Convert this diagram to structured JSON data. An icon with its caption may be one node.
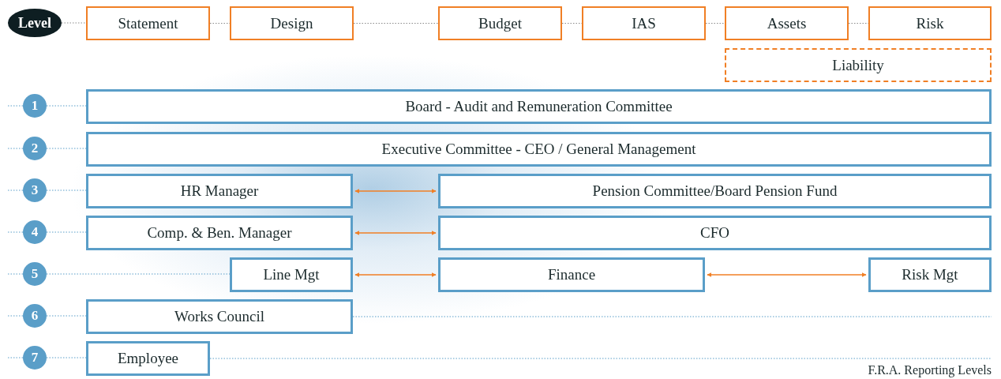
{
  "diagram": {
    "caption": "F.R.A. Reporting Levels",
    "nodes": [
      {
        "text": [
          "Level"
        ]
      },
      {
        "text": [
          "Statement"
        ]
      },
      {
        "text": [
          "Design"
        ]
      },
      {
        "text": [
          "Budget"
        ]
      },
      {
        "text": [
          "IAS"
        ]
      },
      {
        "text": [
          "Assets"
        ]
      },
      {
        "text": [
          "Risk"
        ]
      },
      {
        "text": [
          "Liability"
        ]
      },
      {
        "text": [
          "1"
        ]
      },
      {
        "text": [
          "2"
        ]
      },
      {
        "text": [
          "3"
        ]
      },
      {
        "text": [
          "4"
        ]
      },
      {
        "text": [
          "5"
        ]
      },
      {
        "text": [
          "6"
        ]
      },
      {
        "text": [
          "7"
        ]
      },
      {
        "text": [
          "Board - Audit and Remuneration Committee"
        ]
      },
      {
        "text": [
          "Executive Committee - CEO / General Management"
        ]
      },
      {
        "text": [
          "HR Manager"
        ]
      },
      {
        "text": [
          "Pension Committee/Board Pension Fund"
        ]
      },
      {
        "text": [
          "Comp. & Ben. Manager"
        ]
      },
      {
        "text": [
          "CFO"
        ]
      },
      {
        "text": [
          "Line Mgt"
        ]
      },
      {
        "text": [
          "Finance"
        ]
      },
      {
        "text": [
          "Risk Mgt"
        ]
      },
      {
        "text": [
          "Works Council"
        ]
      },
      {
        "text": [
          "Employee"
        ]
      }
    ],
    "edges": [
      {
        "from": 0,
        "to": 1,
        "arrow": "none",
        "style": "dashed",
        "color": "#8a8a8a"
      },
      {
        "from": 1,
        "to": 2,
        "arrow": "none",
        "style": "dashed",
        "color": "#8a8a8a"
      },
      {
        "from": 2,
        "to": 3,
        "arrow": "none",
        "style": "dashed",
        "color": "#8a8a8a"
      },
      {
        "from": 3,
        "to": 4,
        "arrow": "none",
        "style": "dashed",
        "color": "#8a8a8a"
      },
      {
        "from": 4,
        "to": 5,
        "arrow": "none",
        "style": "dashed",
        "color": "#8a8a8a"
      },
      {
        "from": 5,
        "to": 6,
        "arrow": "none",
        "style": "dashed",
        "color": "#8a8a8a"
      },
      {
        "from": null,
        "to": 8,
        "arrow": "none",
        "style": "dashed",
        "color": "#5a9ec8"
      },
      {
        "from": 8,
        "to": 15,
        "arrow": "none",
        "style": "dashed",
        "color": "#5a9ec8"
      },
      {
        "from": null,
        "to": 9,
        "arrow": "none",
        "style": "dashed",
        "color": "#5a9ec8"
      },
      {
        "from": 9,
        "to": 16,
        "arrow": "none",
        "style": "dashed",
        "color": "#5a9ec8"
      },
      {
        "from": null,
        "to": 10,
        "arrow": "none",
        "style": "dashed",
        "color": "#5a9ec8"
      },
      {
        "from": 10,
        "to": 17,
        "arrow": "none",
        "style": "dashed",
        "color": "#5a9ec8"
      },
      {
        "from": null,
        "to": 11,
        "arrow": "none",
        "style": "dashed",
        "color": "#5a9ec8"
      },
      {
        "from": 11,
        "to": 19,
        "arrow": "none",
        "style": "dashed",
        "color": "#5a9ec8"
      },
      {
        "from": null,
        "to": 12,
        "arrow": "none",
        "style": "dashed",
        "color": "#5a9ec8"
      },
      {
        "from": 12,
        "to": 21,
        "arrow": "none",
        "style": "dashed",
        "color": "#5a9ec8"
      },
      {
        "from": null,
        "to": 13,
        "arrow": "none",
        "style": "dashed",
        "color": "#5a9ec8"
      },
      {
        "from": 13,
        "to": 24,
        "arrow": "none",
        "style": "dashed",
        "color": "#5a9ec8"
      },
      {
        "from": 24,
        "to": null,
        "arrow": "none",
        "style": "dashed",
        "color": "#5a9ec8"
      },
      {
        "from": null,
        "to": 14,
        "arrow": "none",
        "style": "dashed",
        "color": "#5a9ec8"
      },
      {
        "from": 14,
        "to": 25,
        "arrow": "none",
        "style": "dashed",
        "color": "#5a9ec8"
      },
      {
        "from": 25,
        "to": null,
        "arrow": "none",
        "style": "dashed",
        "color": "#5a9ec8"
      },
      {
        "from": 17,
        "to": 18,
        "arrow": "both",
        "color": "#f07f25"
      },
      {
        "from": 19,
        "to": 20,
        "arrow": "both",
        "color": "#f07f25"
      },
      {
        "from": 21,
        "to": 22,
        "arrow": "both",
        "color": "#f07f25"
      },
      {
        "from": 22,
        "to": 23,
        "arrow": "both",
        "color": "#f07f25"
      }
    ]
  }
}
